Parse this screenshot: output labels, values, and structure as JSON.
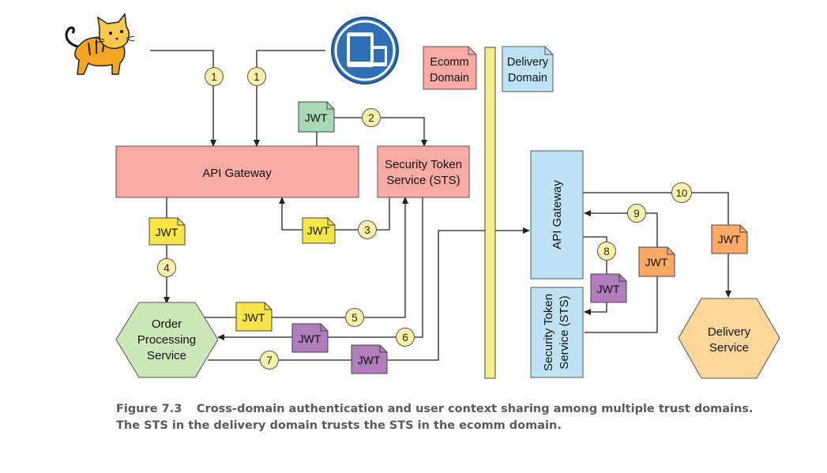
{
  "nodes": {
    "ecomm_gateway": "API Gateway",
    "ecomm_sts_line1": "Security Token",
    "ecomm_sts_line2": "Service (STS)",
    "order_line1": "Order",
    "order_line2": "Processing",
    "order_line3": "Service",
    "delivery_gateway": "API Gateway",
    "delivery_sts_line1": "Security Token",
    "delivery_sts_line2": "Service (STS)",
    "delivery_service_line1": "Delivery",
    "delivery_service_line2": "Service"
  },
  "legend": {
    "ecomm_line1": "Ecomm",
    "ecomm_line2": "Domain",
    "delivery_line1": "Delivery",
    "delivery_line2": "Domain"
  },
  "token_label": "JWT",
  "steps": [
    "1",
    "1",
    "2",
    "3",
    "4",
    "5",
    "6",
    "7",
    "8",
    "9",
    "10"
  ],
  "colors": {
    "ecomm": "#f7a9a4",
    "delivery": "#bfe3f2",
    "order_service": "#cde8b8",
    "delivery_service": "#fdd799",
    "jwt_yellow": "#f7e54a",
    "jwt_green": "#a8d8b4",
    "jwt_purple": "#b07cbc",
    "jwt_orange": "#fba964",
    "step_circle": "#fbf0a8",
    "trust_bar": "#f5f08a"
  },
  "icons": [
    "tomcat-icon",
    "devices-icon"
  ],
  "caption": {
    "label": "Figure 7.3",
    "text": "Cross-domain authentication and user context sharing among multiple trust domains. The STS in the delivery domain trusts the STS in the ecomm domain."
  }
}
